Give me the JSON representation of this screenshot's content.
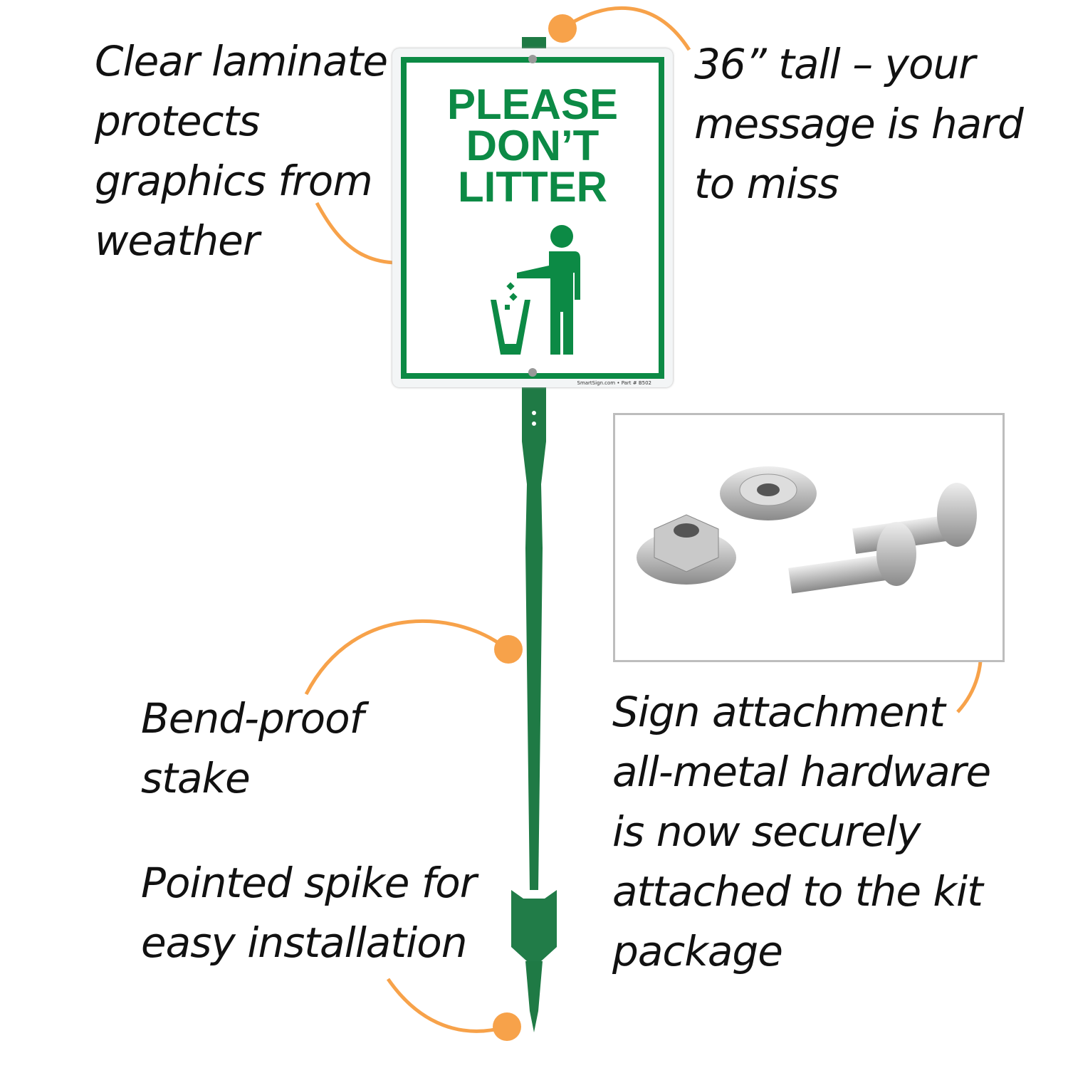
{
  "callouts": {
    "laminate": "Clear laminate\nprotects\ngraphics from\nweather",
    "height": "36” tall – your\nmessage is hard\nto miss",
    "stake": "Bend-proof\nstake",
    "spike": "Pointed spike for\neasy installation",
    "hardware": "Sign attachment\nall-metal hardware\nis now securely\nattached to the kit\npackage"
  },
  "sign": {
    "lines": [
      "PLEASE",
      "DON’T",
      "LITTER"
    ],
    "fine_print": "SmartSign.com • Part # B502",
    "icon": "person-littering-in-bin-icon"
  },
  "colors": {
    "sign_green": "#0c8a45",
    "stake_green": "#1f7a45",
    "callout_orange": "#f7a24a"
  }
}
